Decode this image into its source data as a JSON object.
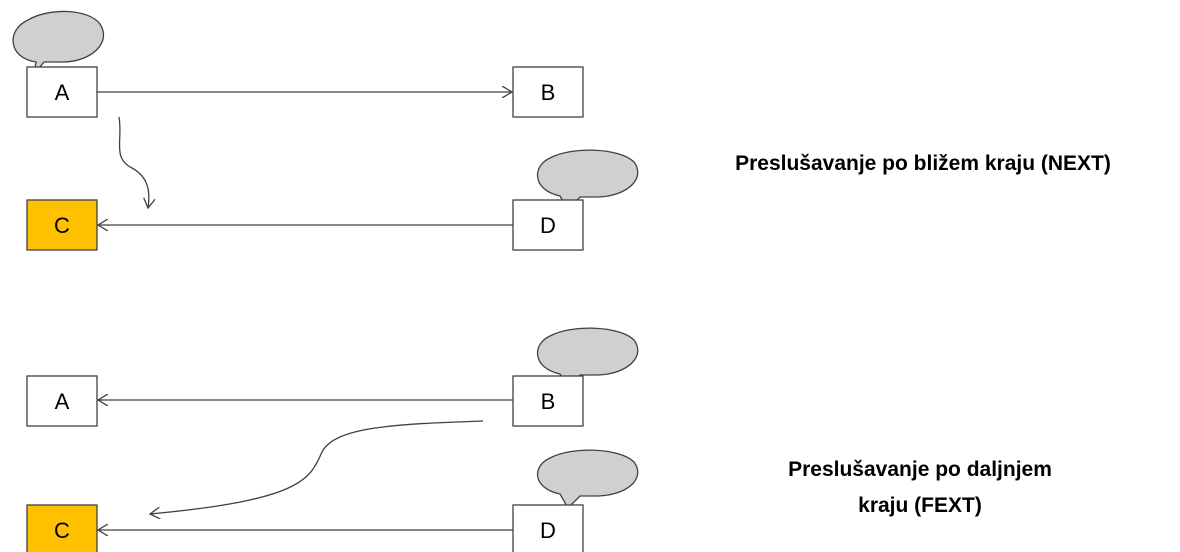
{
  "colors": {
    "highlight_fill": "#FFC000",
    "bubble_fill": "#D0D0D0",
    "stroke": "#404040"
  },
  "next": {
    "nodes": {
      "a": "A",
      "b": "B",
      "c": "C",
      "d": "D"
    },
    "caption": "Preslušavanje po bližem kraju (NEXT)"
  },
  "fext": {
    "nodes": {
      "a": "A",
      "b": "B",
      "c": "C",
      "d": "D"
    },
    "caption_line1": "Preslušavanje po daljnjem",
    "caption_line2": "kraju (FEXT)"
  }
}
